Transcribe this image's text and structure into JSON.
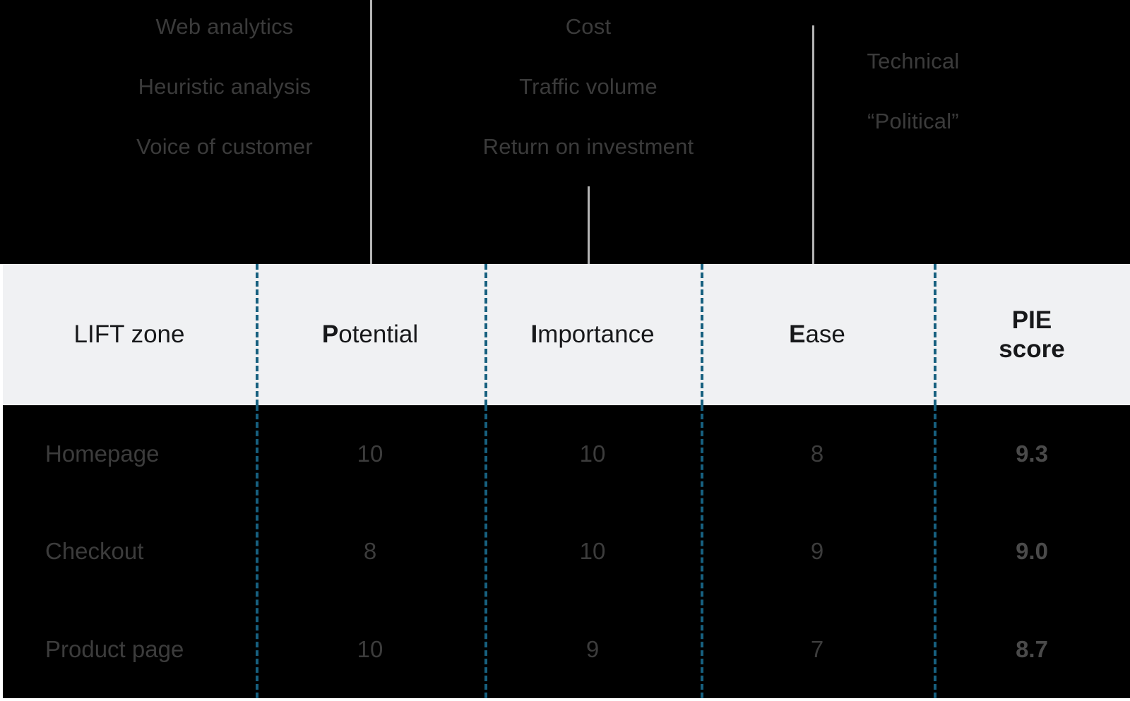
{
  "annotations": [
    {
      "id": "potential-inputs",
      "lines": [
        "Web analytics",
        "Heuristic analysis",
        "Voice of customer"
      ]
    },
    {
      "id": "importance-inputs",
      "lines": [
        "Cost",
        "Traffic volume",
        "Return on investment"
      ]
    },
    {
      "id": "ease-inputs",
      "lines": [
        "Technical",
        "“Political”"
      ]
    }
  ],
  "table": {
    "headers": {
      "zone": "LIFT zone",
      "potential_initial": "P",
      "potential_rest": "otential",
      "importance_initial": "I",
      "importance_rest": "mportance",
      "ease_initial": "E",
      "ease_rest": "ase",
      "pie_score": "PIE\nscore"
    },
    "rows": [
      {
        "zone": "Homepage",
        "potential": "10",
        "importance": "10",
        "ease": "8",
        "pie_score": "9.3"
      },
      {
        "zone": "Checkout",
        "potential": "8",
        "importance": "10",
        "ease": "9",
        "pie_score": "9.0"
      },
      {
        "zone": "Product page",
        "potential": "10",
        "importance": "9",
        "ease": "7",
        "pie_score": "8.7"
      }
    ]
  },
  "colors": {
    "background": "#000000",
    "header_band": "#f0f1f3",
    "column_separator": "#17607f",
    "connector_line": "#b4b4b4",
    "annotation_text": "#3b3b3b",
    "header_text": "#17181a"
  }
}
